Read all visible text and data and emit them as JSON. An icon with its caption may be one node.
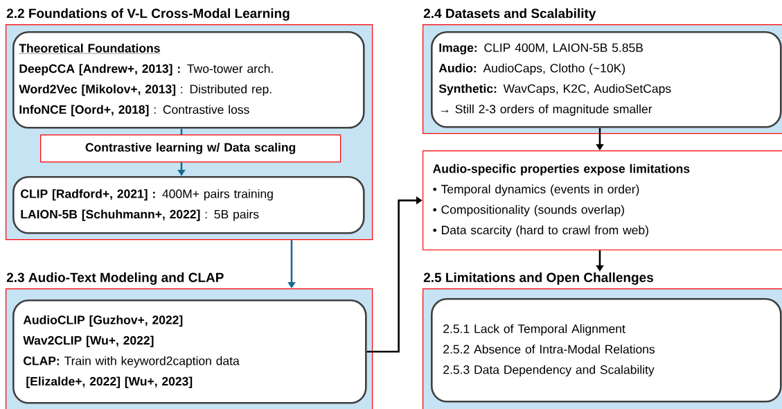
{
  "diagram": {
    "nodes": [
      {
        "text": [
          "2.2 Foundations of V-L Cross-Modal Learning"
        ]
      },
      {
        "text": [
          "Theoretical Foundations",
          "**DeepCCA [Andrew+, 2013] :** Two-tower arch.",
          "**Word2Vec [Mikolov+, 2013]** : Distributed rep.",
          "**InfoNCE [Oord+, 2018]** : Contrastive loss"
        ],
        "in": 0
      },
      {
        "text": [
          "Contrastive learning w/ Data scaling"
        ],
        "in": 0
      },
      {
        "text": [
          "**CLIP [Radford+, 2021] :** 400M+ pairs training",
          "**LAION-5B [Schuhmann+, 2022]** : 5B pairs"
        ],
        "in": 0
      },
      {
        "text": [
          "2.3 Audio-Text Modeling and CLAP"
        ]
      },
      {
        "text": [
          "AudioCLIP [Guzhov+, 2022]",
          "Wav2CLIP [Wu+, 2022]",
          "**CLAP:** Train with keyword2caption data",
          "[Elizalde+, 2022] [Wu+, 2023]"
        ],
        "in": 4
      },
      {
        "text": [
          "2.4 Datasets and Scalability"
        ]
      },
      {
        "text": [
          "**Image:** CLIP 400M, LAION-5B 5.85B",
          "**Audio:** AudioCaps, Clotho (~10K)",
          "**Synthetic:** WavCaps, K2C, AudioSetCaps",
          "→ Still 2-3 orders of magnitude smaller"
        ],
        "in": 6
      },
      {
        "text": [
          "Audio-specific properties expose limitations",
          "• Temporal dynamics (events in order)",
          "• Compositionality (sounds overlap)",
          "• Data scarcity (hard to crawl from web)"
        ]
      },
      {
        "text": [
          "2.5 Limitations and Open Challenges"
        ]
      },
      {
        "text": [
          "2.5.1 Lack of Temporal Alignment",
          "2.5.2 Absence of Intra-Modal Relations",
          "2.5.3 Data Dependency and Scalability"
        ],
        "in": 9
      }
    ],
    "edges": [
      {
        "from": 1,
        "to": 2,
        "arrow": "none",
        "color": "#1a6a8e"
      },
      {
        "from": 2,
        "to": 3,
        "arrow": "to",
        "color": "#1a6a8e"
      },
      {
        "from": 0,
        "to": 4,
        "arrow": "to",
        "color": "#1a6a8e"
      },
      {
        "from": 5,
        "to": 8,
        "arrow": "to",
        "color": "#000000"
      },
      {
        "from": 7,
        "to": 8,
        "arrow": "to",
        "color": "#000000"
      },
      {
        "from": 8,
        "to": 9,
        "arrow": "to",
        "color": "#000000"
      }
    ]
  }
}
